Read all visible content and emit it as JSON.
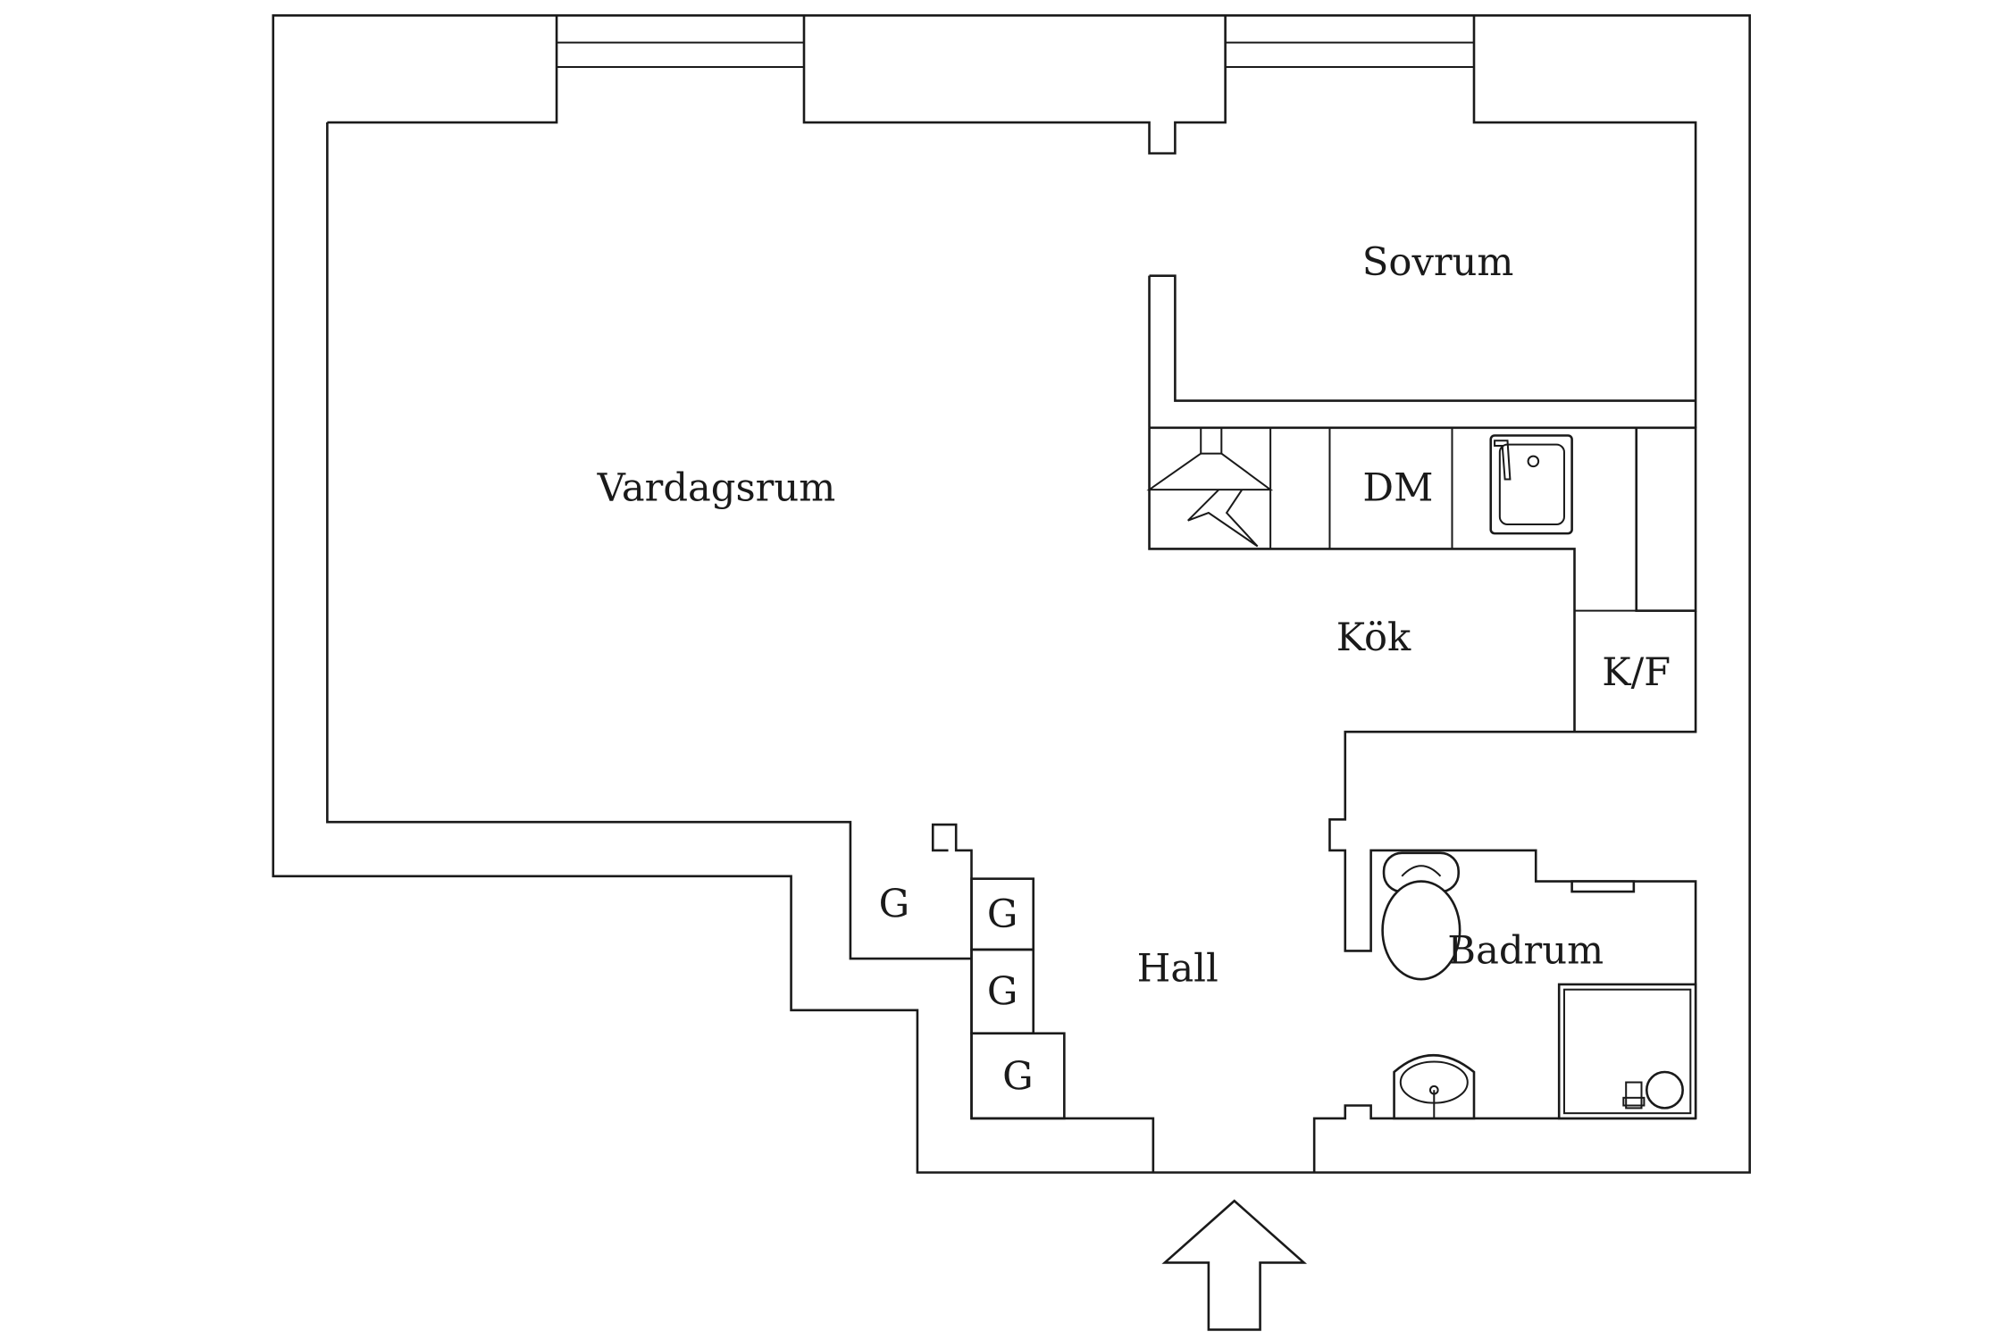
{
  "rooms": {
    "vardagsrum": "Vardagsrum",
    "sovrum": "Sovrum",
    "kok": "Kök",
    "hall": "Hall",
    "badrum": "Badrum"
  },
  "fixtures": {
    "dishwasher": "DM",
    "fridge_freezer": "K/F",
    "wardrobe_1": "G",
    "wardrobe_2": "G",
    "wardrobe_3": "G",
    "wardrobe_4": "G"
  },
  "icons": {
    "entrance": "entrance-arrow-icon",
    "stove": "stove-hood-icon",
    "sink": "kitchen-sink-icon",
    "toilet": "toilet-icon",
    "washbasin": "washbasin-icon",
    "shower": "shower-icon"
  }
}
